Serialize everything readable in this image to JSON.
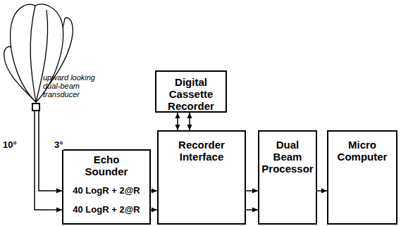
{
  "diagram": {
    "nodes": [
      {
        "text": [
          "Digital Cassette Recorder"
        ]
      },
      {
        "text": [
          "upward looking dual-beam transducer"
        ]
      },
      {
        "text": [
          "Echo Sounder",
          "40 LogR + 2@R",
          "40 LogR + 2@R"
        ]
      },
      {
        "text": [
          "Recorder Interface"
        ]
      },
      {
        "text": [
          "Dual Beam Processor"
        ]
      },
      {
        "text": [
          "Micro Computer"
        ]
      }
    ],
    "edges": [
      {
        "from": 1,
        "to": 2,
        "arrow": "to",
        "label": "10°"
      },
      {
        "from": 1,
        "to": 2,
        "arrow": "to",
        "label": "3°"
      },
      {
        "from": 0,
        "to": 3,
        "arrow": "both"
      },
      {
        "from": 0,
        "to": 3,
        "arrow": "both"
      },
      {
        "from": 2,
        "to": 3,
        "arrow": "to"
      },
      {
        "from": 2,
        "to": 3,
        "arrow": "to"
      },
      {
        "from": 3,
        "to": 4,
        "arrow": "to"
      },
      {
        "from": 3,
        "to": 4,
        "arrow": "to"
      },
      {
        "from": 4,
        "to": 5,
        "arrow": "to"
      }
    ]
  }
}
